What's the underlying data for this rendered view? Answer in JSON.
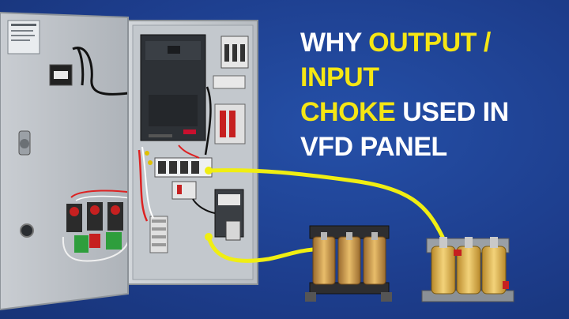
{
  "headline": {
    "line1_white": "WHY",
    "line1_yellow": "OUTPUT /",
    "line2_yellow": "INPUT",
    "line3_yellow": "CHOKE",
    "line3_white": "USED IN",
    "line4_white": "VFD PANEL"
  },
  "colors": {
    "background": "#1f3f8f",
    "highlight": "#f5e614",
    "text": "#ffffff",
    "connector": "#f0ee12"
  },
  "illustration": {
    "panel": "open-vfd-control-panel",
    "chokes": [
      "input-choke-reactor",
      "output-choke-reactor"
    ]
  }
}
